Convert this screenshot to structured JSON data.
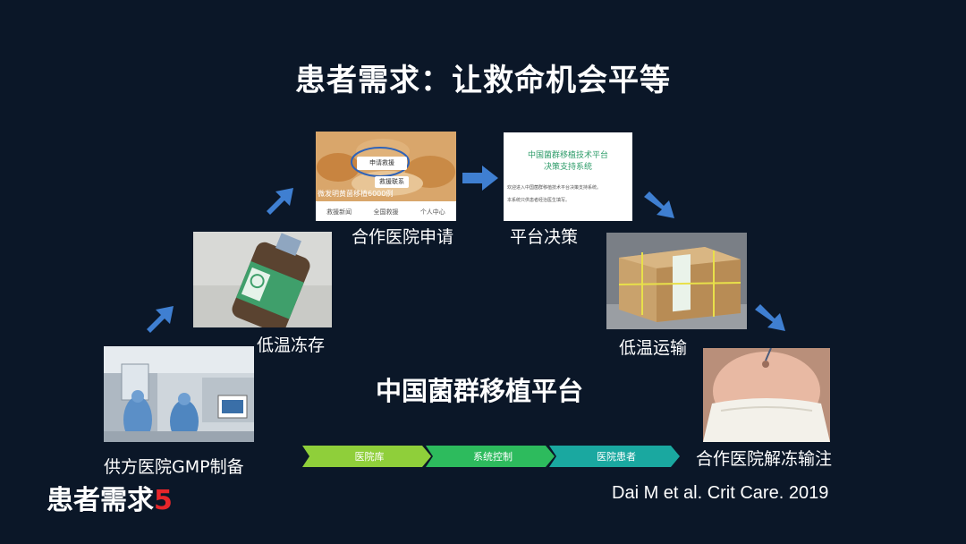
{
  "slide": {
    "title": "患者需求：让救命机会平等",
    "center_title": "中国菌群移植平台",
    "bottom_left_prefix": "患者需求",
    "bottom_left_number": "5",
    "citation": "Dai M et al. Crit Care. 2019"
  },
  "steps": [
    {
      "label": "供方医院GMP制备"
    },
    {
      "label": "低温冻存"
    },
    {
      "label": "合作医院申请"
    },
    {
      "label": "平台决策"
    },
    {
      "label": "低温运输"
    },
    {
      "label": "合作医院解冻输注"
    }
  ],
  "app_screenshot": {
    "btn_apply": "申请救援",
    "btn_contact": "救援联系",
    "banner": "微发明黄菌移植6000例",
    "nav": [
      "救援新闻",
      "全国救援",
      "个人中心"
    ]
  },
  "platform_screenshot": {
    "title_line1": "中国菌群移植技术平台",
    "title_line2": "决策支持系统",
    "body_line1": "欢迎进入中国菌群移植技术平台决策支持系统。",
    "body_line2": "本系统只供患者经治医生填写。"
  },
  "flow_bar": {
    "segments": [
      "医院库",
      "系统控制",
      "医院患者"
    ],
    "colors": [
      "#8fcf3a",
      "#2dbb5d",
      "#1aa8a0"
    ]
  },
  "colors": {
    "background": "#0b1728",
    "arrow": "#3f7fd1",
    "accent_red": "#e8262a"
  }
}
